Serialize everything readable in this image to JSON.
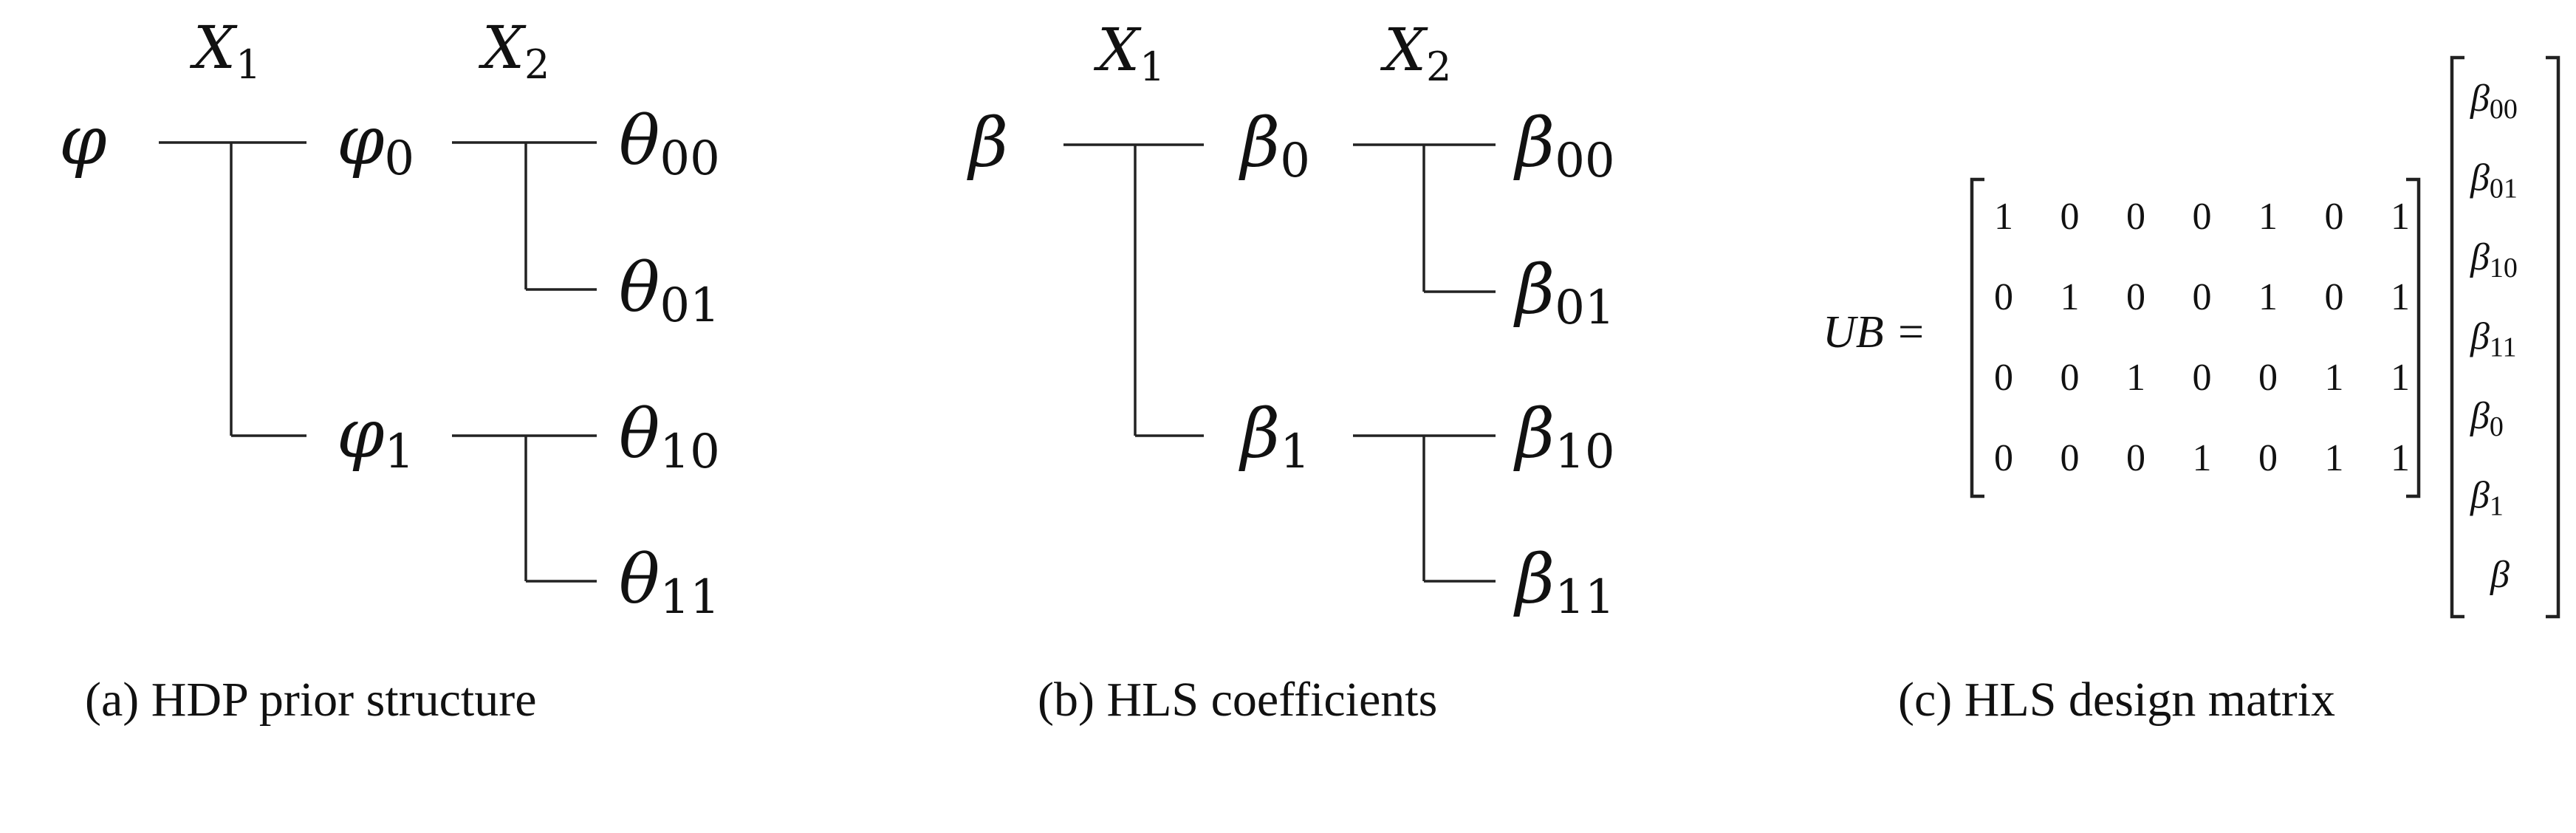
{
  "panels": {
    "a": {
      "caption": "(a) HDP prior structure",
      "header_1": {
        "base": "X",
        "sub": "1"
      },
      "header_2": {
        "base": "X",
        "sub": "2"
      },
      "root": {
        "base": "φ",
        "sub": ""
      },
      "level1": [
        {
          "base": "φ",
          "sub": "0"
        },
        {
          "base": "φ",
          "sub": "1"
        }
      ],
      "leaves": [
        {
          "base": "θ",
          "sub": "00"
        },
        {
          "base": "θ",
          "sub": "01"
        },
        {
          "base": "θ",
          "sub": "10"
        },
        {
          "base": "θ",
          "sub": "11"
        }
      ]
    },
    "b": {
      "caption": "(b) HLS coefficients",
      "header_1": {
        "base": "X",
        "sub": "1"
      },
      "header_2": {
        "base": "X",
        "sub": "2"
      },
      "root": {
        "base": "β",
        "sub": ""
      },
      "level1": [
        {
          "base": "β",
          "sub": "0"
        },
        {
          "base": "β",
          "sub": "1"
        }
      ],
      "leaves": [
        {
          "base": "β",
          "sub": "00"
        },
        {
          "base": "β",
          "sub": "01"
        },
        {
          "base": "β",
          "sub": "10"
        },
        {
          "base": "β",
          "sub": "11"
        }
      ]
    },
    "c": {
      "caption": "(c) HLS design matrix",
      "lhs": "UB =",
      "matrix": [
        [
          "1",
          "0",
          "0",
          "0",
          "1",
          "0",
          "1"
        ],
        [
          "0",
          "1",
          "0",
          "0",
          "1",
          "0",
          "1"
        ],
        [
          "0",
          "0",
          "1",
          "0",
          "0",
          "1",
          "1"
        ],
        [
          "0",
          "0",
          "0",
          "1",
          "0",
          "1",
          "1"
        ]
      ],
      "vector": [
        {
          "base": "β",
          "sub": "00"
        },
        {
          "base": "β",
          "sub": "01"
        },
        {
          "base": "β",
          "sub": "10"
        },
        {
          "base": "β",
          "sub": "11"
        },
        {
          "base": "β",
          "sub": "0"
        },
        {
          "base": "β",
          "sub": "1"
        },
        {
          "base": "β",
          "sub": ""
        }
      ]
    }
  }
}
